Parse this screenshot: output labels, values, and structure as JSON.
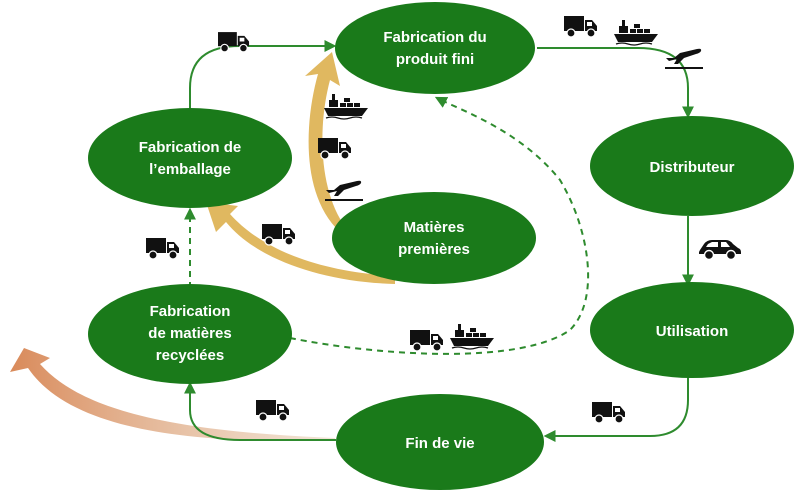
{
  "colors": {
    "node_fill": "#1a7a1a",
    "node_text": "#ffffff",
    "flow_arrow": "#2e8b2e",
    "virgin_flow": "#e0b860",
    "loss_flow": "#d98a5a",
    "icon": "#111111"
  },
  "nodes": {
    "fabrication_produit": {
      "line1": "Fabrication du",
      "line2": "produit fini"
    },
    "distributeur": {
      "line1": "Distributeur"
    },
    "utilisation": {
      "line1": "Utilisation"
    },
    "fin_de_vie": {
      "line1": "Fin de vie"
    },
    "recyclees": {
      "line1": "Fabrication",
      "line2": "de matières",
      "line3": "recyclées"
    },
    "emballage": {
      "line1": "Fabrication de",
      "line2": "l’emballage"
    },
    "matieres_premieres": {
      "line1": "Matières",
      "line2": "premières"
    }
  },
  "transport_icons": {
    "emballage_to_produit": [
      "truck-icon"
    ],
    "produit_to_distributeur": [
      "truck-icon",
      "ship-icon",
      "plane-icon"
    ],
    "matieres_to_produit": [
      "ship-icon",
      "truck-icon",
      "plane-icon"
    ],
    "matieres_to_emballage": [
      "truck-icon"
    ],
    "recyclees_to_emballage": [
      "truck-icon"
    ],
    "distributeur_to_utilisation": [
      "car-icon"
    ],
    "recyclees_to_produit": [
      "truck-icon",
      "ship-icon"
    ],
    "utilisation_to_fin": [
      "truck-icon"
    ],
    "fin_to_recyclees": [
      "truck-icon"
    ]
  }
}
